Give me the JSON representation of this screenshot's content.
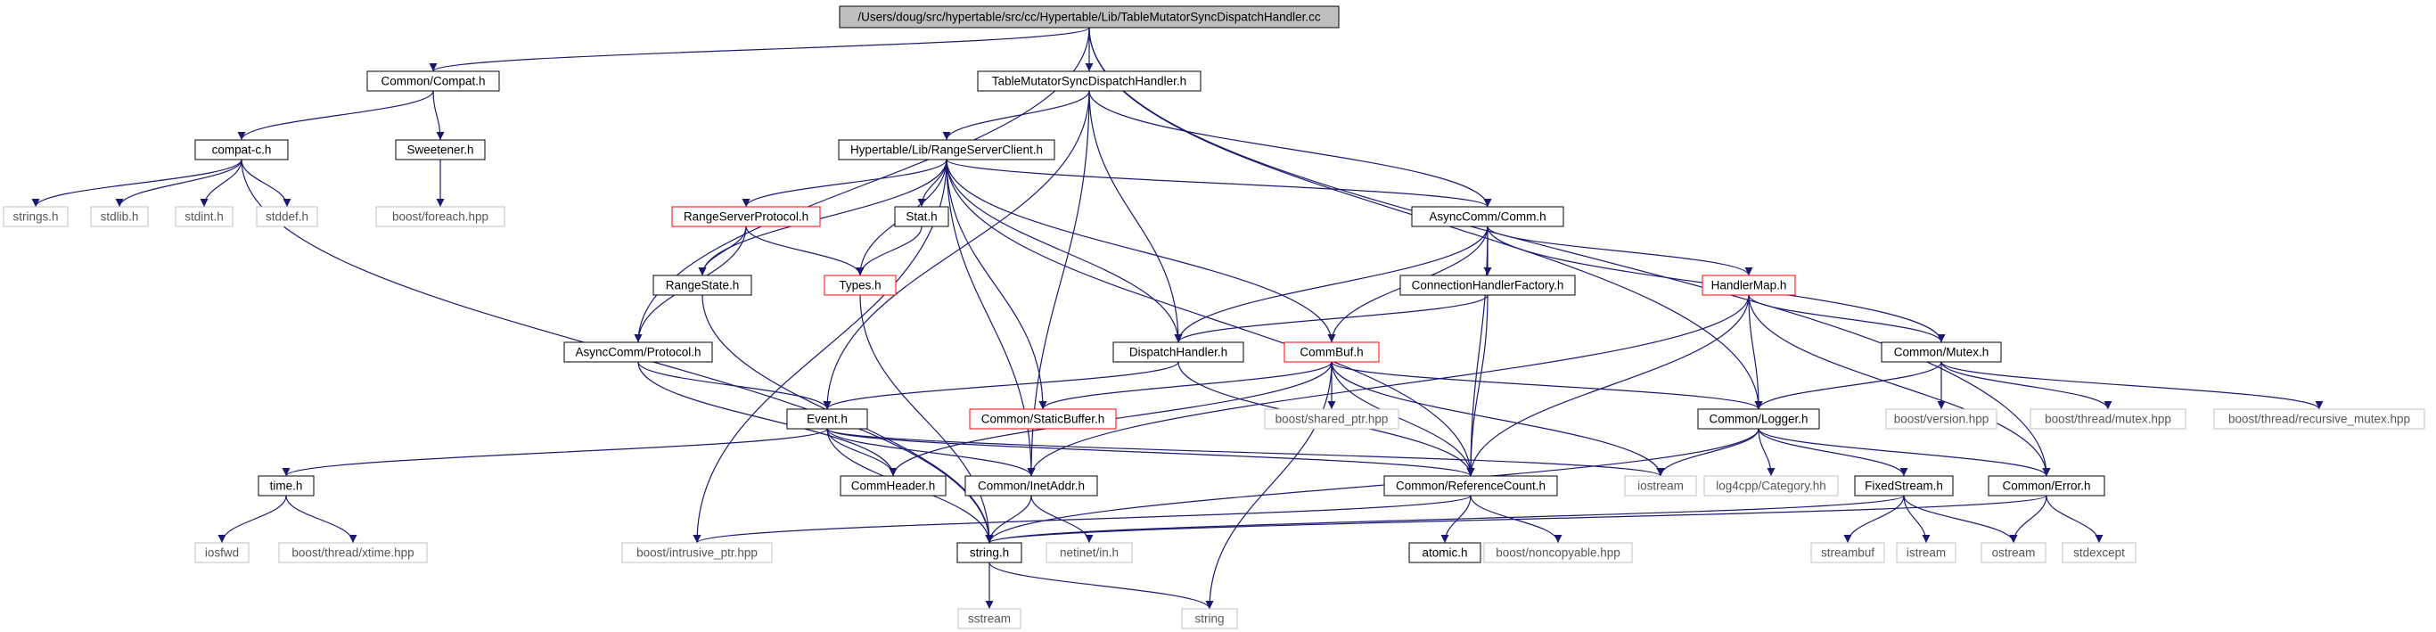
{
  "colors": {
    "edge": "#191970",
    "box_default": "#000000",
    "box_gray": "#c0c0c0",
    "box_red": "#ff0000",
    "fill_root": "#bfbfbf",
    "text_default": "#000000",
    "text_gray": "#555555"
  },
  "nodes": [
    {
      "id": "root",
      "label": "/Users/doug/src/hypertable/src/cc/Hypertable/Lib/TableMutatorSyncDispatchHandler.cc",
      "style": "root"
    },
    {
      "id": "compat_h",
      "label": "Common/Compat.h",
      "style": "default"
    },
    {
      "id": "tmsdh_h",
      "label": "TableMutatorSyncDispatchHandler.h",
      "style": "default"
    },
    {
      "id": "compatc_h",
      "label": "compat-c.h",
      "style": "default"
    },
    {
      "id": "sweetener_h",
      "label": "Sweetener.h",
      "style": "default"
    },
    {
      "id": "rsclient_h",
      "label": "Hypertable/Lib/RangeServerClient.h",
      "style": "default"
    },
    {
      "id": "strings_h",
      "label": "strings.h",
      "style": "gray"
    },
    {
      "id": "stdlib_h",
      "label": "stdlib.h",
      "style": "gray"
    },
    {
      "id": "stdint_h",
      "label": "stdint.h",
      "style": "gray"
    },
    {
      "id": "stddef_h",
      "label": "stddef.h",
      "style": "gray"
    },
    {
      "id": "boost_foreach",
      "label": "boost/foreach.hpp",
      "style": "gray"
    },
    {
      "id": "rsprotocol_h",
      "label": "RangeServerProtocol.h",
      "style": "red"
    },
    {
      "id": "stat_h",
      "label": "Stat.h",
      "style": "default"
    },
    {
      "id": "comm_h",
      "label": "AsyncComm/Comm.h",
      "style": "default"
    },
    {
      "id": "rangestate_h",
      "label": "RangeState.h",
      "style": "default"
    },
    {
      "id": "types_h",
      "label": "Types.h",
      "style": "red"
    },
    {
      "id": "chfactory_h",
      "label": "ConnectionHandlerFactory.h",
      "style": "default"
    },
    {
      "id": "handlermap_h",
      "label": "HandlerMap.h",
      "style": "red"
    },
    {
      "id": "protocol_h",
      "label": "AsyncComm/Protocol.h",
      "style": "default"
    },
    {
      "id": "dispatch_h",
      "label": "DispatchHandler.h",
      "style": "default"
    },
    {
      "id": "commbuf_h",
      "label": "CommBuf.h",
      "style": "red"
    },
    {
      "id": "mutex_h",
      "label": "Common/Mutex.h",
      "style": "default"
    },
    {
      "id": "event_h",
      "label": "Event.h",
      "style": "default"
    },
    {
      "id": "staticbuf_h",
      "label": "Common/StaticBuffer.h",
      "style": "red"
    },
    {
      "id": "boost_shared",
      "label": "boost/shared_ptr.hpp",
      "style": "gray"
    },
    {
      "id": "logger_h",
      "label": "Common/Logger.h",
      "style": "default"
    },
    {
      "id": "boost_version",
      "label": "boost/version.hpp",
      "style": "gray"
    },
    {
      "id": "boost_mutex",
      "label": "boost/thread/mutex.hpp",
      "style": "gray"
    },
    {
      "id": "boost_recmutex",
      "label": "boost/thread/recursive_mutex.hpp",
      "style": "gray"
    },
    {
      "id": "time_h",
      "label": "time.h",
      "style": "default"
    },
    {
      "id": "commheader_h",
      "label": "CommHeader.h",
      "style": "default"
    },
    {
      "id": "inetaddr_h",
      "label": "Common/InetAddr.h",
      "style": "default"
    },
    {
      "id": "refcount_h",
      "label": "Common/ReferenceCount.h",
      "style": "default"
    },
    {
      "id": "iostream",
      "label": "iostream",
      "style": "gray"
    },
    {
      "id": "log4cpp",
      "label": "log4cpp/Category.hh",
      "style": "gray"
    },
    {
      "id": "fixedstream_h",
      "label": "FixedStream.h",
      "style": "default"
    },
    {
      "id": "error_h",
      "label": "Common/Error.h",
      "style": "default"
    },
    {
      "id": "iosfwd",
      "label": "iosfwd",
      "style": "gray"
    },
    {
      "id": "boost_xtime",
      "label": "boost/thread/xtime.hpp",
      "style": "gray"
    },
    {
      "id": "boost_intrusive",
      "label": "boost/intrusive_ptr.hpp",
      "style": "gray"
    },
    {
      "id": "string_h",
      "label": "string.h",
      "style": "default"
    },
    {
      "id": "netinet_in",
      "label": "netinet/in.h",
      "style": "gray"
    },
    {
      "id": "atomic_h",
      "label": "atomic.h",
      "style": "default"
    },
    {
      "id": "boost_noncopyable",
      "label": "boost/noncopyable.hpp",
      "style": "gray"
    },
    {
      "id": "streambuf",
      "label": "streambuf",
      "style": "gray"
    },
    {
      "id": "istream",
      "label": "istream",
      "style": "gray"
    },
    {
      "id": "ostream",
      "label": "ostream",
      "style": "gray"
    },
    {
      "id": "stdexcept",
      "label": "stdexcept",
      "style": "gray"
    },
    {
      "id": "sstream",
      "label": "sstream",
      "style": "gray"
    },
    {
      "id": "string",
      "label": "string",
      "style": "gray"
    }
  ],
  "edges": [
    [
      "root",
      "compat_h"
    ],
    [
      "root",
      "tmsdh_h"
    ],
    [
      "root",
      "protocol_h"
    ],
    [
      "root",
      "logger_h"
    ],
    [
      "root",
      "error_h"
    ],
    [
      "compat_h",
      "compatc_h"
    ],
    [
      "compat_h",
      "sweetener_h"
    ],
    [
      "compatc_h",
      "strings_h"
    ],
    [
      "compatc_h",
      "stdlib_h"
    ],
    [
      "compatc_h",
      "stdint_h"
    ],
    [
      "compatc_h",
      "stddef_h"
    ],
    [
      "compatc_h",
      "string_h"
    ],
    [
      "sweetener_h",
      "boost_foreach"
    ],
    [
      "tmsdh_h",
      "rsclient_h"
    ],
    [
      "tmsdh_h",
      "comm_h"
    ],
    [
      "tmsdh_h",
      "dispatch_h"
    ],
    [
      "tmsdh_h",
      "event_h"
    ],
    [
      "tmsdh_h",
      "inetaddr_h"
    ],
    [
      "rsclient_h",
      "rsprotocol_h"
    ],
    [
      "rsclient_h",
      "stat_h"
    ],
    [
      "rsclient_h",
      "comm_h"
    ],
    [
      "rsclient_h",
      "rangestate_h"
    ],
    [
      "rsclient_h",
      "types_h"
    ],
    [
      "rsclient_h",
      "dispatch_h"
    ],
    [
      "rsclient_h",
      "commbuf_h"
    ],
    [
      "rsclient_h",
      "staticbuf_h"
    ],
    [
      "rsclient_h",
      "inetaddr_h"
    ],
    [
      "rsclient_h",
      "refcount_h"
    ],
    [
      "rsclient_h",
      "boost_intrusive"
    ],
    [
      "rsprotocol_h",
      "rangestate_h"
    ],
    [
      "rsprotocol_h",
      "types_h"
    ],
    [
      "rsprotocol_h",
      "protocol_h"
    ],
    [
      "stat_h",
      "types_h"
    ],
    [
      "rangestate_h",
      "string_h"
    ],
    [
      "types_h",
      "string_h"
    ],
    [
      "comm_h",
      "chfactory_h"
    ],
    [
      "comm_h",
      "handlermap_h"
    ],
    [
      "comm_h",
      "dispatch_h"
    ],
    [
      "comm_h",
      "commbuf_h"
    ],
    [
      "comm_h",
      "mutex_h"
    ],
    [
      "comm_h",
      "refcount_h"
    ],
    [
      "chfactory_h",
      "dispatch_h"
    ],
    [
      "chfactory_h",
      "refcount_h"
    ],
    [
      "handlermap_h",
      "mutex_h"
    ],
    [
      "handlermap_h",
      "logger_h"
    ],
    [
      "handlermap_h",
      "inetaddr_h"
    ],
    [
      "handlermap_h",
      "refcount_h"
    ],
    [
      "handlermap_h",
      "error_h"
    ],
    [
      "protocol_h",
      "event_h"
    ],
    [
      "protocol_h",
      "commheader_h"
    ],
    [
      "dispatch_h",
      "event_h"
    ],
    [
      "dispatch_h",
      "refcount_h"
    ],
    [
      "commbuf_h",
      "staticbuf_h"
    ],
    [
      "commbuf_h",
      "boost_shared"
    ],
    [
      "commbuf_h",
      "logger_h"
    ],
    [
      "commbuf_h",
      "commheader_h"
    ],
    [
      "commbuf_h",
      "refcount_h"
    ],
    [
      "commbuf_h",
      "string"
    ],
    [
      "commbuf_h",
      "iostream"
    ],
    [
      "mutex_h",
      "logger_h"
    ],
    [
      "mutex_h",
      "boost_version"
    ],
    [
      "mutex_h",
      "boost_mutex"
    ],
    [
      "mutex_h",
      "boost_recmutex"
    ],
    [
      "event_h",
      "time_h"
    ],
    [
      "event_h",
      "commheader_h"
    ],
    [
      "event_h",
      "inetaddr_h"
    ],
    [
      "event_h",
      "refcount_h"
    ],
    [
      "event_h",
      "string_h"
    ],
    [
      "event_h",
      "iostream"
    ],
    [
      "logger_h",
      "iostream"
    ],
    [
      "logger_h",
      "log4cpp"
    ],
    [
      "logger_h",
      "fixedstream_h"
    ],
    [
      "logger_h",
      "error_h"
    ],
    [
      "logger_h",
      "string_h"
    ],
    [
      "time_h",
      "iosfwd"
    ],
    [
      "time_h",
      "boost_xtime"
    ],
    [
      "inetaddr_h",
      "string_h"
    ],
    [
      "inetaddr_h",
      "netinet_in"
    ],
    [
      "refcount_h",
      "atomic_h"
    ],
    [
      "refcount_h",
      "boost_noncopyable"
    ],
    [
      "refcount_h",
      "boost_intrusive"
    ],
    [
      "fixedstream_h",
      "streambuf"
    ],
    [
      "fixedstream_h",
      "istream"
    ],
    [
      "fixedstream_h",
      "ostream"
    ],
    [
      "fixedstream_h",
      "string_h"
    ],
    [
      "error_h",
      "ostream"
    ],
    [
      "error_h",
      "stdexcept"
    ],
    [
      "error_h",
      "string_h"
    ],
    [
      "string_h",
      "sstream"
    ],
    [
      "string_h",
      "string"
    ]
  ]
}
